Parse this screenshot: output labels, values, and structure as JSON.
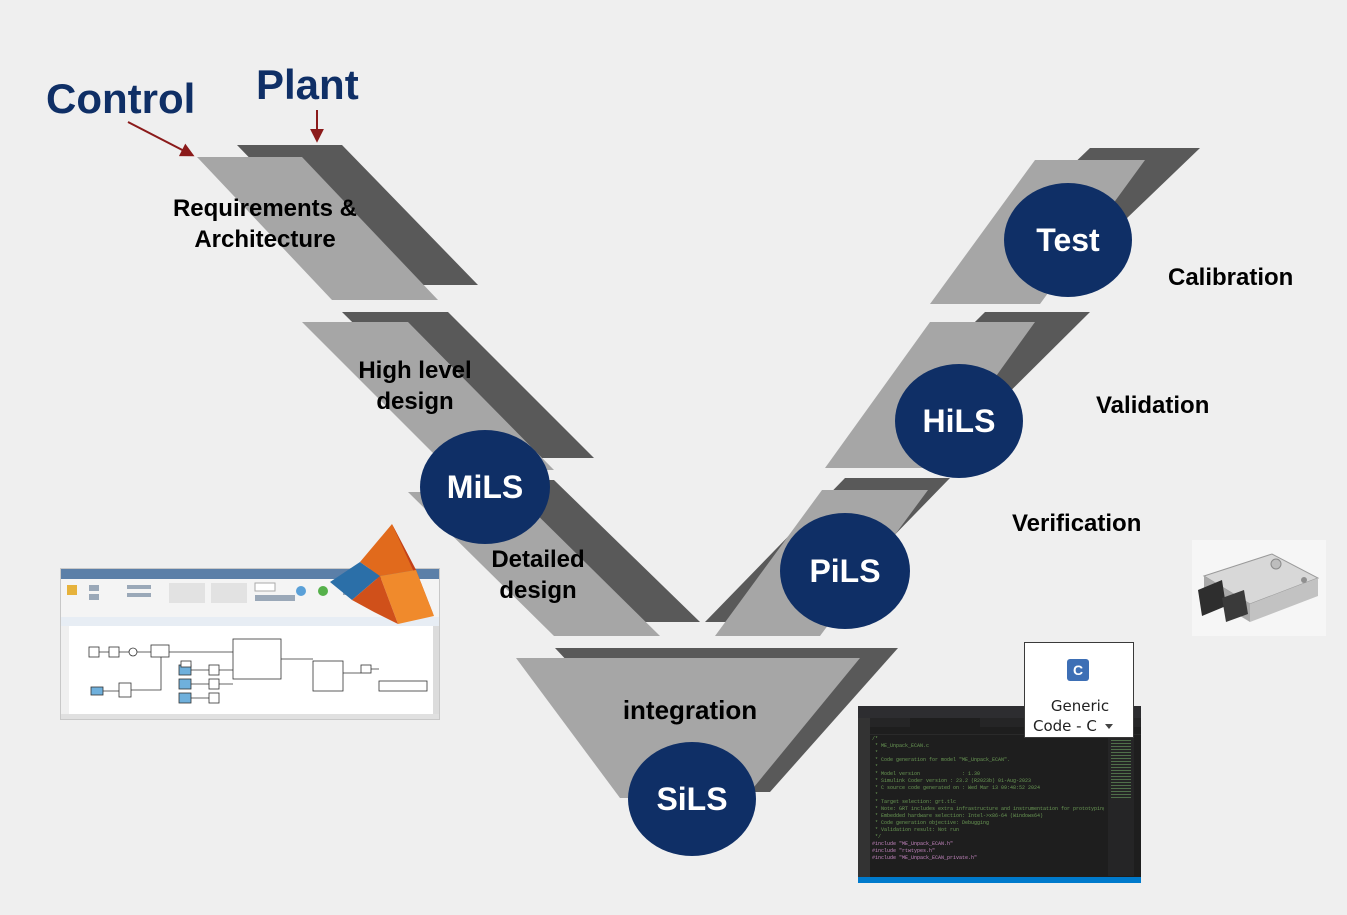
{
  "diagram": {
    "control_label": "Control",
    "plant_label": "Plant",
    "stages_left": [
      {
        "label": "Requirements & Architecture",
        "lines": [
          "Requirements &",
          "Architecture"
        ]
      },
      {
        "label": "High level design",
        "lines": [
          "High level",
          "design"
        ]
      },
      {
        "label": "Detailed design",
        "lines": [
          "Detailed",
          "design"
        ]
      }
    ],
    "stage_bottom": "integration",
    "right_labels": [
      "Calibration",
      "Validation",
      "Verification"
    ],
    "circles": {
      "test": "Test",
      "hils": "HiLS",
      "pils": "PiLS",
      "mils": "MiLS",
      "sils": "SiLS"
    }
  },
  "colors": {
    "background": "#efefef",
    "panel_front": "#a6a6a6",
    "panel_back": "#595959",
    "circle": "#0f2f66",
    "arrow": "#8b1a1a",
    "title_text": "#0f2f66"
  },
  "code_popup": {
    "badge": "C",
    "line1": "Generic",
    "line2": "Code - C"
  },
  "code_editor": {
    "code_lines": [
      "/*",
      " * ME_Unpack_ECAN.c",
      " *",
      " * Code generation for model \"ME_Unpack_ECAN\".",
      " *",
      " * Model version              : 1.30",
      " * Simulink Coder version : 23.2 (R2023b) 01-Aug-2023",
      " * C source code generated on : Wed Mar 13 09:48:52 2024",
      " *",
      " * Target selection: grt.tlc",
      " * Note: GRT includes extra infrastructure and instrumentation for prototyping",
      " * Embedded hardware selection: Intel->x86-64 (Windows64)",
      " * Code generation objective: Debugging",
      " * Validation result: Not run",
      " */",
      "",
      "#include \"ME_Unpack_ECAN.h\"",
      "#include \"rtwtypes.h\"",
      "#include \"ME_Unpack_ECAN_private.h\""
    ]
  },
  "icons": [
    "matlab-logo-icon",
    "ecu-hardware-icon",
    "simulink-screenshot",
    "vscode-screenshot"
  ]
}
